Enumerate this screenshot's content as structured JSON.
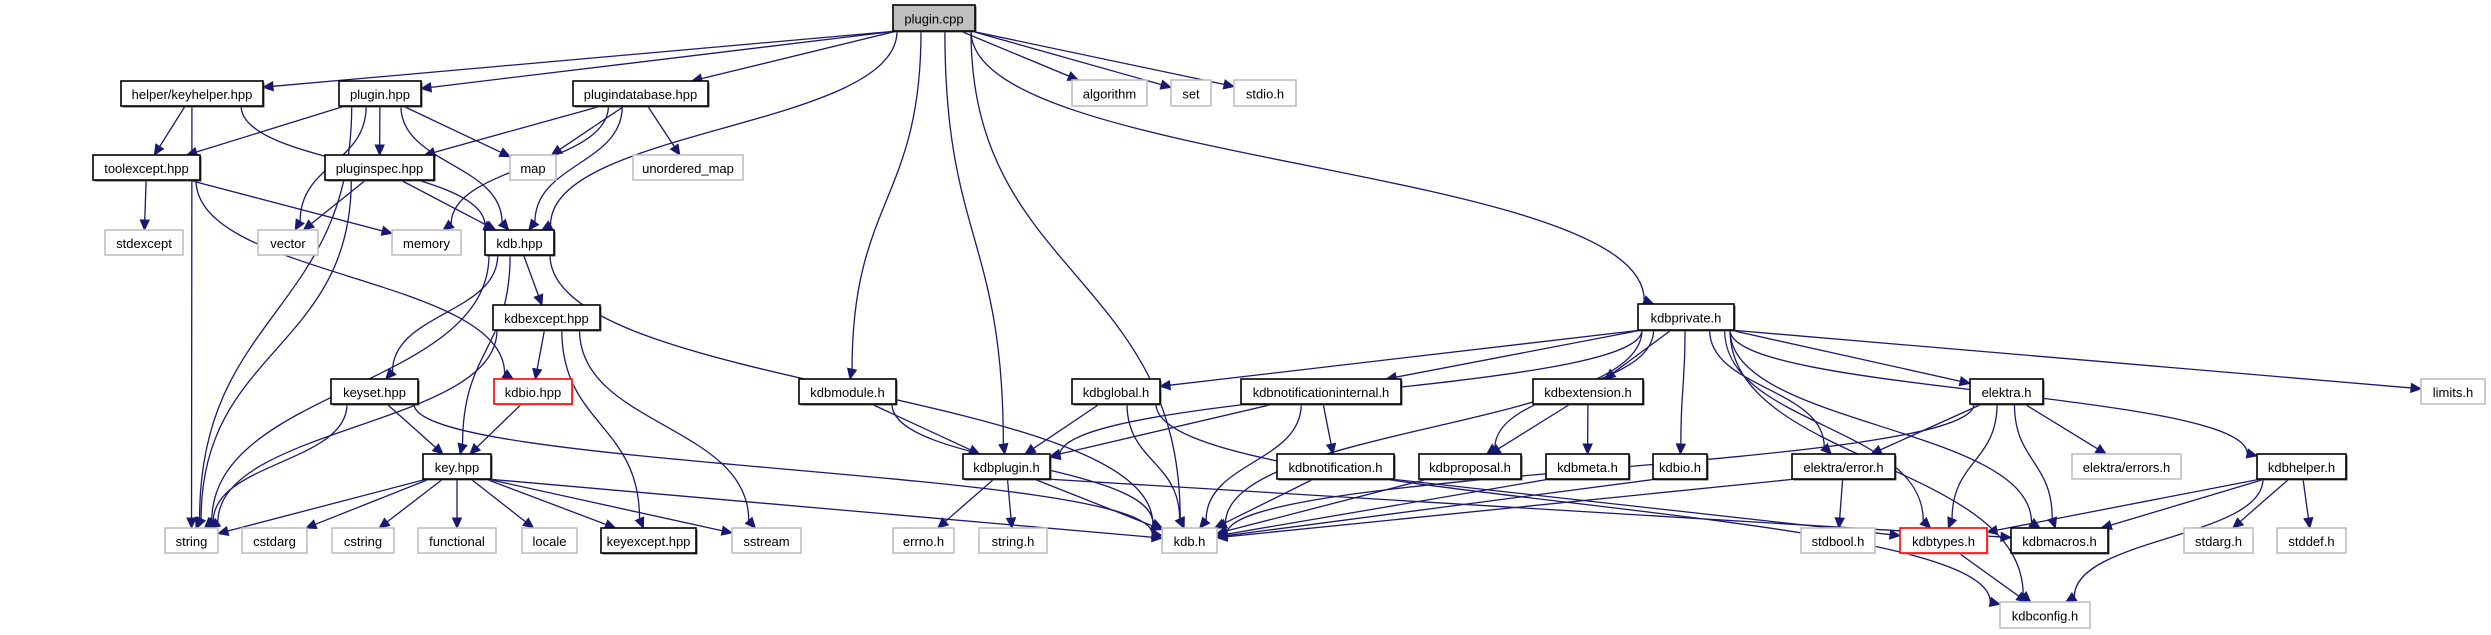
{
  "title": "plugin.cpp include dependency graph",
  "colors": {
    "edge": "#191970",
    "documented_border": "#000000",
    "external_border": "#bfbfbf",
    "incomplete_border": "#ff0000",
    "root_fill": "#bfbfbf"
  },
  "nodes": [
    {
      "id": "plugin_cpp",
      "label": "plugin.cpp",
      "kind": "root"
    },
    {
      "id": "keyhelper_hpp",
      "label": "helper/keyhelper.hpp",
      "kind": "documented"
    },
    {
      "id": "plugin_hpp",
      "label": "plugin.hpp",
      "kind": "documented"
    },
    {
      "id": "plugindatabase_hpp",
      "label": "plugindatabase.hpp",
      "kind": "documented"
    },
    {
      "id": "algorithm",
      "label": "algorithm",
      "kind": "external"
    },
    {
      "id": "set",
      "label": "set",
      "kind": "external"
    },
    {
      "id": "stdio_h",
      "label": "stdio.h",
      "kind": "external"
    },
    {
      "id": "toolexcept_hpp",
      "label": "toolexcept.hpp",
      "kind": "documented"
    },
    {
      "id": "pluginspec_hpp",
      "label": "pluginspec.hpp",
      "kind": "documented"
    },
    {
      "id": "map",
      "label": "map",
      "kind": "external"
    },
    {
      "id": "unordered_map",
      "label": "unordered_map",
      "kind": "external"
    },
    {
      "id": "stdexcept",
      "label": "stdexcept",
      "kind": "external"
    },
    {
      "id": "vector",
      "label": "vector",
      "kind": "external"
    },
    {
      "id": "memory",
      "label": "memory",
      "kind": "external"
    },
    {
      "id": "kdb_hpp",
      "label": "kdb.hpp",
      "kind": "documented"
    },
    {
      "id": "kdbexcept_hpp",
      "label": "kdbexcept.hpp",
      "kind": "documented"
    },
    {
      "id": "kdbprivate_h",
      "label": "kdbprivate.h",
      "kind": "documented"
    },
    {
      "id": "keyset_hpp",
      "label": "keyset.hpp",
      "kind": "documented"
    },
    {
      "id": "kdbio_hpp",
      "label": "kdbio.hpp",
      "kind": "incomplete"
    },
    {
      "id": "kdbmodule_h",
      "label": "kdbmodule.h",
      "kind": "documented"
    },
    {
      "id": "kdbglobal_h",
      "label": "kdbglobal.h",
      "kind": "documented"
    },
    {
      "id": "kdbnotificationinternal_h",
      "label": "kdbnotificationinternal.h",
      "kind": "documented"
    },
    {
      "id": "kdbextension_h",
      "label": "kdbextension.h",
      "kind": "documented"
    },
    {
      "id": "elektra_h",
      "label": "elektra.h",
      "kind": "documented"
    },
    {
      "id": "limits_h",
      "label": "limits.h",
      "kind": "external"
    },
    {
      "id": "key_hpp",
      "label": "key.hpp",
      "kind": "documented"
    },
    {
      "id": "kdbplugin_h",
      "label": "kdbplugin.h",
      "kind": "documented"
    },
    {
      "id": "kdbnotification_h",
      "label": "kdbnotification.h",
      "kind": "documented"
    },
    {
      "id": "kdbproposal_h",
      "label": "kdbproposal.h",
      "kind": "documented"
    },
    {
      "id": "kdbmeta_h",
      "label": "kdbmeta.h",
      "kind": "documented"
    },
    {
      "id": "kdbio_h",
      "label": "kdbio.h",
      "kind": "documented"
    },
    {
      "id": "elektra_error_h",
      "label": "elektra/error.h",
      "kind": "documented"
    },
    {
      "id": "elektra_errors_h",
      "label": "elektra/errors.h",
      "kind": "external"
    },
    {
      "id": "kdbhelper_h",
      "label": "kdbhelper.h",
      "kind": "documented"
    },
    {
      "id": "string",
      "label": "string",
      "kind": "external"
    },
    {
      "id": "cstdarg",
      "label": "cstdarg",
      "kind": "external"
    },
    {
      "id": "cstring",
      "label": "cstring",
      "kind": "external"
    },
    {
      "id": "functional",
      "label": "functional",
      "kind": "external"
    },
    {
      "id": "locale",
      "label": "locale",
      "kind": "external"
    },
    {
      "id": "keyexcept_hpp",
      "label": "keyexcept.hpp",
      "kind": "documented"
    },
    {
      "id": "sstream",
      "label": "sstream",
      "kind": "external"
    },
    {
      "id": "errno_h",
      "label": "errno.h",
      "kind": "external"
    },
    {
      "id": "string_h",
      "label": "string.h",
      "kind": "external"
    },
    {
      "id": "kdb_h",
      "label": "kdb.h",
      "kind": "external"
    },
    {
      "id": "stdbool_h",
      "label": "stdbool.h",
      "kind": "external"
    },
    {
      "id": "kdbtypes_h",
      "label": "kdbtypes.h",
      "kind": "incomplete"
    },
    {
      "id": "kdbmacros_h",
      "label": "kdbmacros.h",
      "kind": "documented"
    },
    {
      "id": "stdarg_h",
      "label": "stdarg.h",
      "kind": "external"
    },
    {
      "id": "stddef_h",
      "label": "stddef.h",
      "kind": "external"
    },
    {
      "id": "kdbconfig_h",
      "label": "kdbconfig.h",
      "kind": "external"
    }
  ],
  "edges": [
    [
      "plugin_cpp",
      "keyhelper_hpp"
    ],
    [
      "plugin_cpp",
      "plugin_hpp"
    ],
    [
      "plugin_cpp",
      "plugindatabase_hpp"
    ],
    [
      "plugin_cpp",
      "kdb_hpp"
    ],
    [
      "plugin_cpp",
      "kdbmodule_h"
    ],
    [
      "plugin_cpp",
      "kdb_h"
    ],
    [
      "plugin_cpp",
      "kdbplugin_h"
    ],
    [
      "plugin_cpp",
      "kdbprivate_h"
    ],
    [
      "plugin_cpp",
      "algorithm"
    ],
    [
      "plugin_cpp",
      "set"
    ],
    [
      "plugin_cpp",
      "stdio_h"
    ],
    [
      "keyhelper_hpp",
      "string"
    ],
    [
      "keyhelper_hpp",
      "toolexcept_hpp"
    ],
    [
      "keyhelper_hpp",
      "kdb_hpp"
    ],
    [
      "plugin_hpp",
      "string"
    ],
    [
      "plugin_hpp",
      "toolexcept_hpp"
    ],
    [
      "plugin_hpp",
      "vector"
    ],
    [
      "plugin_hpp",
      "pluginspec_hpp"
    ],
    [
      "plugin_hpp",
      "kdb_hpp"
    ],
    [
      "plugin_hpp",
      "map"
    ],
    [
      "plugindatabase_hpp",
      "pluginspec_hpp"
    ],
    [
      "plugindatabase_hpp",
      "map"
    ],
    [
      "plugindatabase_hpp",
      "memory"
    ],
    [
      "plugindatabase_hpp",
      "unordered_map"
    ],
    [
      "plugindatabase_hpp",
      "kdb_hpp"
    ],
    [
      "toolexcept_hpp",
      "stdexcept"
    ],
    [
      "toolexcept_hpp",
      "memory"
    ],
    [
      "toolexcept_hpp",
      "kdbio_hpp"
    ],
    [
      "pluginspec_hpp",
      "vector"
    ],
    [
      "pluginspec_hpp",
      "string"
    ],
    [
      "pluginspec_hpp",
      "kdb_hpp"
    ],
    [
      "kdb_hpp",
      "string"
    ],
    [
      "kdb_hpp",
      "keyset_hpp"
    ],
    [
      "kdb_hpp",
      "key_hpp"
    ],
    [
      "kdb_hpp",
      "kdbexcept_hpp"
    ],
    [
      "kdb_hpp",
      "kdb_h"
    ],
    [
      "kdbexcept_hpp",
      "string"
    ],
    [
      "kdbexcept_hpp",
      "kdbio_hpp"
    ],
    [
      "kdbexcept_hpp",
      "keyexcept_hpp"
    ],
    [
      "kdbexcept_hpp",
      "sstream"
    ],
    [
      "keyset_hpp",
      "string"
    ],
    [
      "keyset_hpp",
      "key_hpp"
    ],
    [
      "keyset_hpp",
      "kdb_h"
    ],
    [
      "kdbio_hpp",
      "key_hpp"
    ],
    [
      "key_hpp",
      "string"
    ],
    [
      "key_hpp",
      "cstdarg"
    ],
    [
      "key_hpp",
      "cstring"
    ],
    [
      "key_hpp",
      "functional"
    ],
    [
      "key_hpp",
      "locale"
    ],
    [
      "key_hpp",
      "keyexcept_hpp"
    ],
    [
      "key_hpp",
      "sstream"
    ],
    [
      "key_hpp",
      "kdb_h"
    ],
    [
      "kdbmodule_h",
      "kdb_h"
    ],
    [
      "kdbmodule_h",
      "kdbplugin_h"
    ],
    [
      "kdbprivate_h",
      "kdbplugin_h"
    ],
    [
      "kdbprivate_h",
      "kdbglobal_h"
    ],
    [
      "kdbprivate_h",
      "kdbnotificationinternal_h"
    ],
    [
      "kdbprivate_h",
      "kdbextension_h"
    ],
    [
      "kdbprivate_h",
      "kdb_h"
    ],
    [
      "kdbprivate_h",
      "kdbproposal_h"
    ],
    [
      "kdbprivate_h",
      "kdbio_h"
    ],
    [
      "kdbprivate_h",
      "elektra_error_h"
    ],
    [
      "kdbprivate_h",
      "elektra_h"
    ],
    [
      "kdbprivate_h",
      "kdbtypes_h"
    ],
    [
      "kdbprivate_h",
      "kdbmacros_h"
    ],
    [
      "kdbprivate_h",
      "kdbhelper_h"
    ],
    [
      "kdbprivate_h",
      "kdbconfig_h"
    ],
    [
      "kdbprivate_h",
      "limits_h"
    ],
    [
      "kdbglobal_h",
      "kdbplugin_h"
    ],
    [
      "kdbglobal_h",
      "kdb_h"
    ],
    [
      "kdbglobal_h",
      "kdbconfig_h"
    ],
    [
      "kdbnotificationinternal_h",
      "kdbplugin_h"
    ],
    [
      "kdbnotificationinternal_h",
      "kdb_h"
    ],
    [
      "kdbnotificationinternal_h",
      "kdbnotification_h"
    ],
    [
      "kdbplugin_h",
      "errno_h"
    ],
    [
      "kdbplugin_h",
      "string_h"
    ],
    [
      "kdbplugin_h",
      "kdb_h"
    ],
    [
      "kdbplugin_h",
      "kdbmacros_h"
    ],
    [
      "kdbnotification_h",
      "kdb_h"
    ],
    [
      "kdbnotification_h",
      "kdbtypes_h"
    ],
    [
      "kdbextension_h",
      "kdbproposal_h"
    ],
    [
      "kdbextension_h",
      "kdbmeta_h"
    ],
    [
      "kdbproposal_h",
      "kdb_h"
    ],
    [
      "kdbmeta_h",
      "kdb_h"
    ],
    [
      "kdbio_h",
      "kdb_h"
    ],
    [
      "elektra_h",
      "kdb_h"
    ],
    [
      "elektra_h",
      "elektra_error_h"
    ],
    [
      "elektra_h",
      "kdbtypes_h"
    ],
    [
      "elektra_h",
      "kdbmacros_h"
    ],
    [
      "elektra_h",
      "elektra_errors_h"
    ],
    [
      "elektra_error_h",
      "kdb_h"
    ],
    [
      "elektra_error_h",
      "stdbool_h"
    ],
    [
      "kdbhelper_h",
      "kdbtypes_h"
    ],
    [
      "kdbhelper_h",
      "kdbmacros_h"
    ],
    [
      "kdbhelper_h",
      "stdarg_h"
    ],
    [
      "kdbhelper_h",
      "stddef_h"
    ],
    [
      "kdbhelper_h",
      "kdbconfig_h"
    ],
    [
      "kdbtypes_h",
      "kdbconfig_h"
    ]
  ]
}
